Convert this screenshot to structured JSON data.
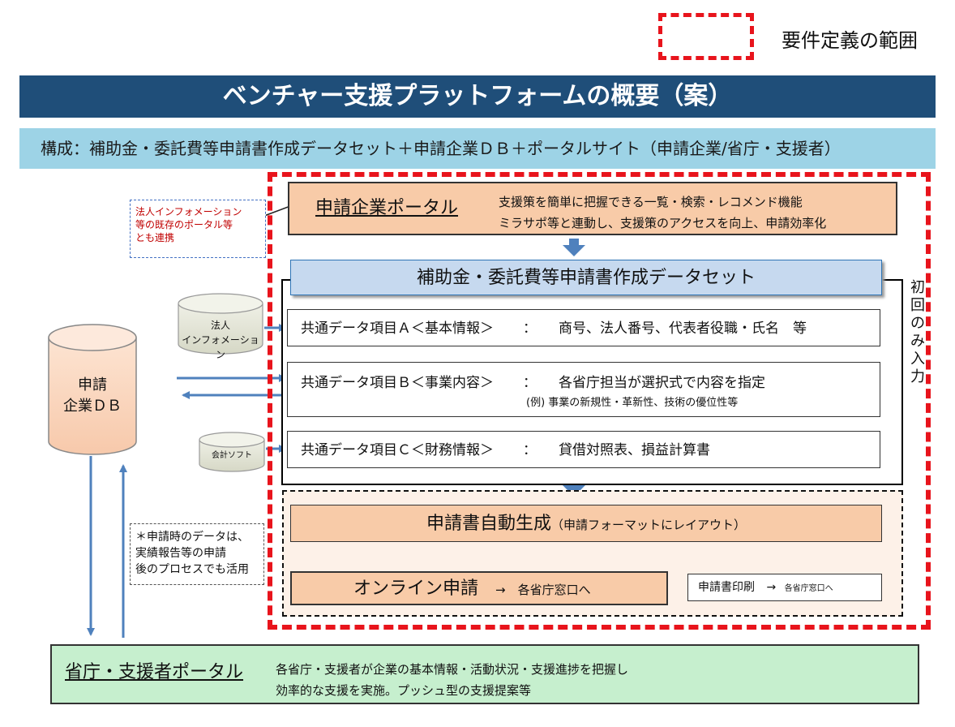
{
  "legend": {
    "label": "要件定義の範囲",
    "color": "#e8141c"
  },
  "title": "ベンチャー支援プラットフォームの概要（案）",
  "composition": "構成：補助金・委託費等申請書作成データセット＋申請企業ＤＢ＋ポータルサイト（申請企業/省庁・支援者）",
  "note_red": [
    "法人インフォメーション",
    "等の既存のポータル等",
    "とも連携"
  ],
  "applicant_portal": {
    "title": "申請企業ポータル",
    "desc1": "支援策を簡単に把握できる一覧・検索・レコメンド機能",
    "desc2": "ミラサポ等と連動し、支援策のアクセスを向上、申請効率化"
  },
  "dataset": {
    "title": "補助金・委託費等申請書作成データセット",
    "items": [
      {
        "name": "共通データ項目Ａ＜基本情報＞",
        "colon": "：",
        "desc": "商号、法人番号、代表者役職・氏名　等"
      },
      {
        "name": "共通データ項目Ｂ＜事業内容＞",
        "colon": "：",
        "desc": "各省庁担当が選択式で内容を指定",
        "sub": "(例) 事業の新規性・革新性、技術の優位性等"
      },
      {
        "name": "共通データ項目Ｃ＜財務情報＞",
        "colon": "：",
        "desc": "貸借対照表、損益計算書"
      }
    ]
  },
  "first_time_only": "初回のみ入力",
  "sources": {
    "houjin_line1": "法人",
    "houjin_line2": "インフォメーション",
    "kaikei": "会計ソフト"
  },
  "db": {
    "line1": "申請",
    "line2": "企業ＤＢ"
  },
  "note_black": [
    "＊申請時のデータは、",
    "実績報告等の申請",
    "後のプロセスでも活用"
  ],
  "auto_gen": {
    "title": "申請書自動生成",
    "sub": "（申請フォーマットにレイアウト）"
  },
  "online": {
    "title": "オンライン申請",
    "arrow": "→",
    "dest": "各省庁窓口へ"
  },
  "print": {
    "title": "申請書印刷",
    "arrow": "→",
    "dest": "各省庁窓口へ"
  },
  "gov_portal": {
    "title": "省庁・支援者ポータル",
    "desc1": "各省庁・支援者が企業の基本情報・活動状況・支援進捗を把握し",
    "desc2": "効率的な支援を実施。プッシュ型の支援提案等"
  },
  "colors": {
    "title_bg": "#1f4e79",
    "composition_bg": "#9dd3e6",
    "portal_bg": "#f8cba8",
    "dataset_head_bg": "#c6d9ef",
    "gov_bg": "#c6efce",
    "arrow": "#4f81bd"
  }
}
